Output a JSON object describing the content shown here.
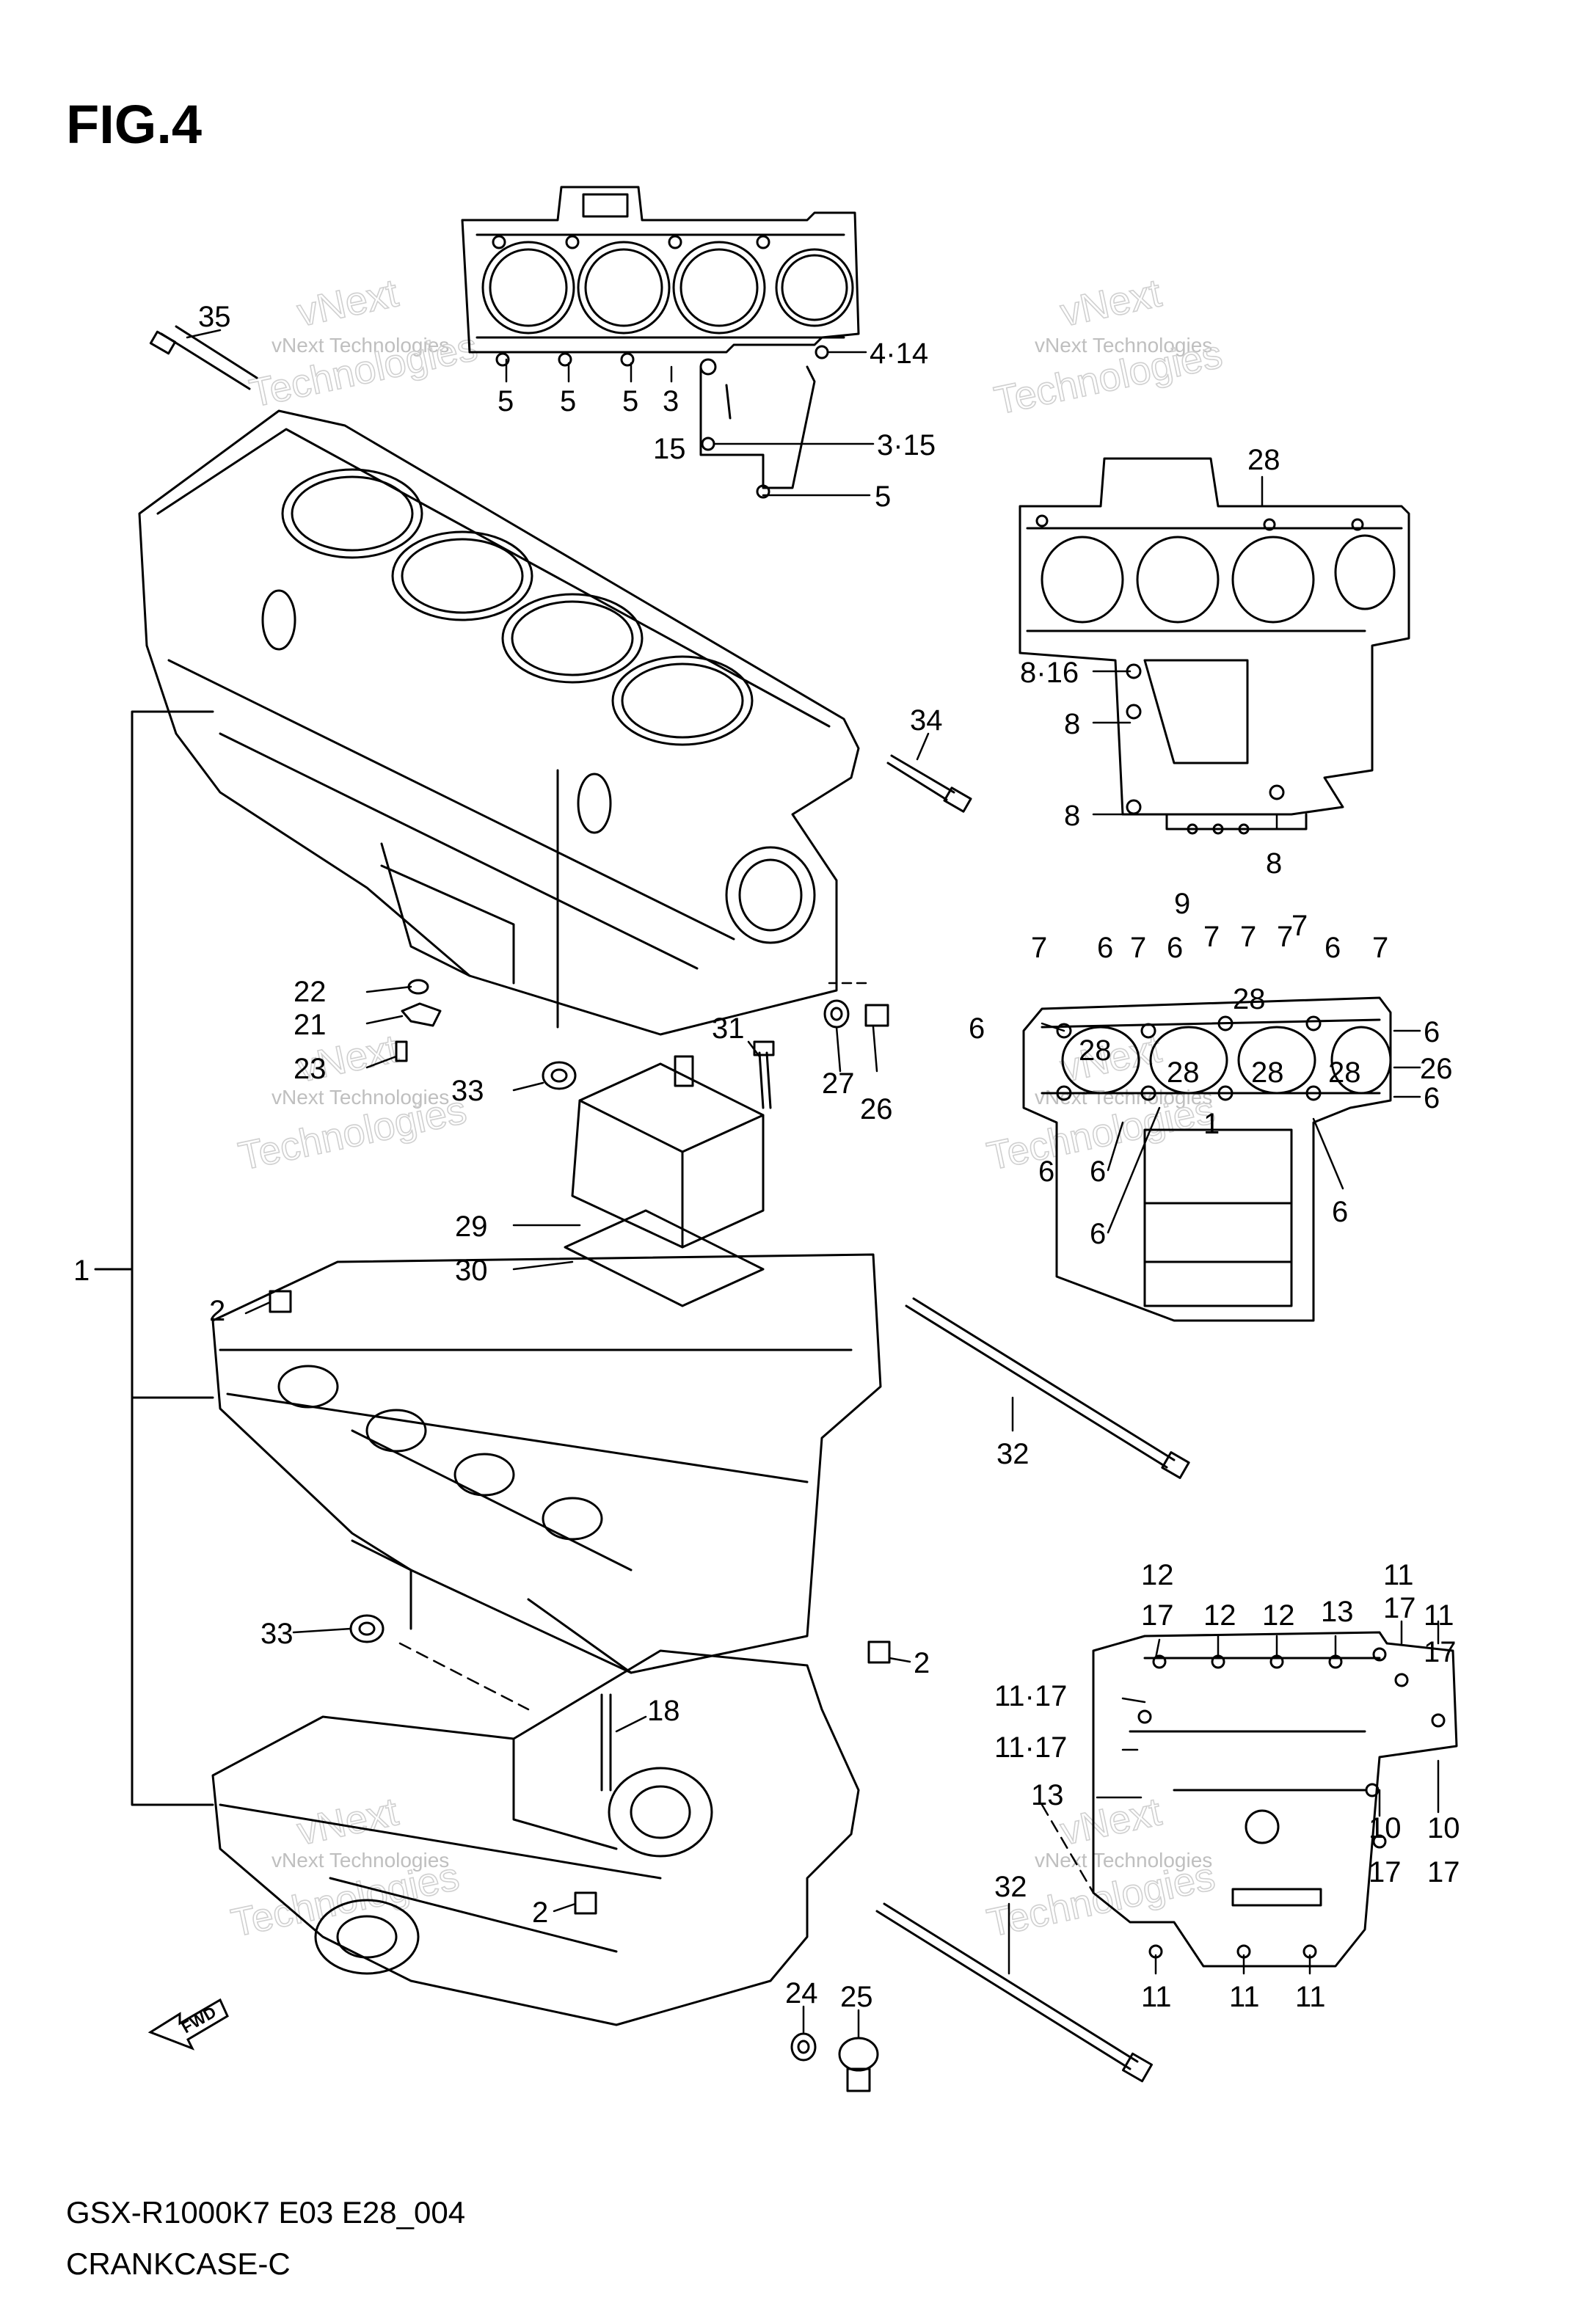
{
  "figure": {
    "title": "FIG.4",
    "model_code": "GSX-R1000K7 E03 E28_004",
    "section_name": "CRANKCASE-C"
  },
  "watermark": {
    "line1": "vNext Technologies",
    "big1": "vNext",
    "big2": "Technologies"
  },
  "fwd_arrow_label": "FWD",
  "callouts": {
    "c1": "1",
    "c35": "35",
    "c4_14": "4·14",
    "c5a": "5",
    "c5b": "5",
    "c5c": "5",
    "c3": "3",
    "c15": "15",
    "c3_15": "3·15",
    "c5d": "5",
    "c34": "34",
    "c22": "22",
    "c21": "21",
    "c23": "23",
    "c31": "31",
    "c27": "27",
    "c26": "26",
    "c33a": "33",
    "c29": "29",
    "c30": "30",
    "c2a": "2",
    "c32a": "32",
    "c33b": "33",
    "c2b": "2",
    "c18": "18",
    "c2c": "2",
    "c24": "24",
    "c25": "25",
    "c32b": "32",
    "r28": "28",
    "r8_16": "8·16",
    "r8a": "8",
    "r8b": "8",
    "r8c": "8",
    "m9": "9",
    "m7a": "7",
    "m6a": "6",
    "m7b": "7",
    "m6b": "6",
    "m7c": "7",
    "m7d": "7",
    "m7e": "7",
    "m7f": "7",
    "m6c": "6",
    "m7g": "7",
    "m6d": "6",
    "m28a": "28",
    "m28b": "28",
    "m28c": "28",
    "m28d": "28",
    "m28e": "28",
    "m6e": "6",
    "m26": "26",
    "m6f": "6",
    "m6g": "6",
    "m6h": "6",
    "m6i": "6",
    "m1": "1",
    "b12a": "12",
    "b17a": "17",
    "b12b": "12",
    "b12c": "12",
    "b13a": "13",
    "b11a": "11",
    "b17b": "17",
    "b11b": "11",
    "b17c": "17",
    "b11_17a": "11·17",
    "b11_17b": "11·17",
    "b13b": "13",
    "b10a": "10",
    "b17d": "17",
    "b10b": "10",
    "b17e": "17",
    "b11c": "11",
    "b11d": "11",
    "b11e": "11"
  }
}
